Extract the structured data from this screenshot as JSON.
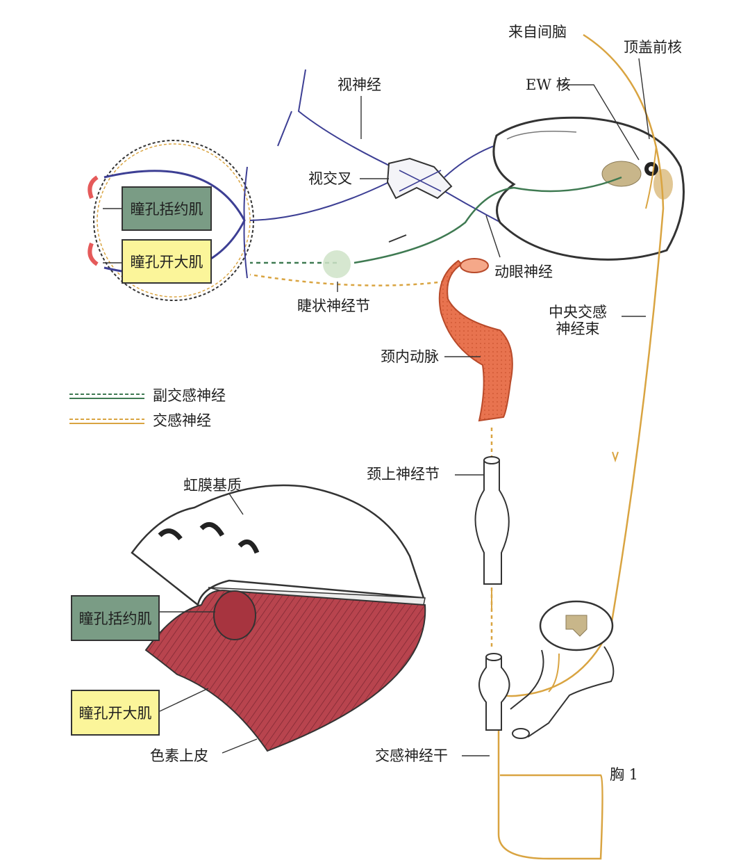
{
  "labels": {
    "from_diencephalon": "来自间脑",
    "pretectal_nucleus": "顶盖前核",
    "optic_nerve": "视神经",
    "ew_nucleus": "EW 核",
    "optic_chiasm": "视交叉",
    "oculomotor_nerve": "动眼神经",
    "ciliary_ganglion": "睫状神经节",
    "central_sympathetic_tract_line1": "中央交感",
    "central_sympathetic_tract_line2": "神经束",
    "internal_carotid": "颈内动脉",
    "superior_cervical_ganglion": "颈上神经节",
    "iris_stroma": "虹膜基质",
    "pigment_epithelium": "色素上皮",
    "sympathetic_trunk": "交感神经干",
    "thoracic_1": "胸 1"
  },
  "boxes": {
    "sphincter_top": "瞳孔括约肌",
    "dilator_top": "瞳孔开大肌",
    "sphincter_bottom": "瞳孔括约肌",
    "dilator_bottom": "瞳孔开大肌"
  },
  "legend": [
    {
      "label": "副交感神经",
      "color": "#3f7a52"
    },
    {
      "label": "交感神经",
      "color": "#d9a441"
    }
  ],
  "colors": {
    "sphincter_box": "#7a9c85",
    "dilator_box": "#fbf59a",
    "optic_pathway": "#3d3f94",
    "parasympathetic": "#3f7a52",
    "sympathetic": "#d9a441",
    "carotid": "#e8734f",
    "muscle": "#b8444e"
  }
}
